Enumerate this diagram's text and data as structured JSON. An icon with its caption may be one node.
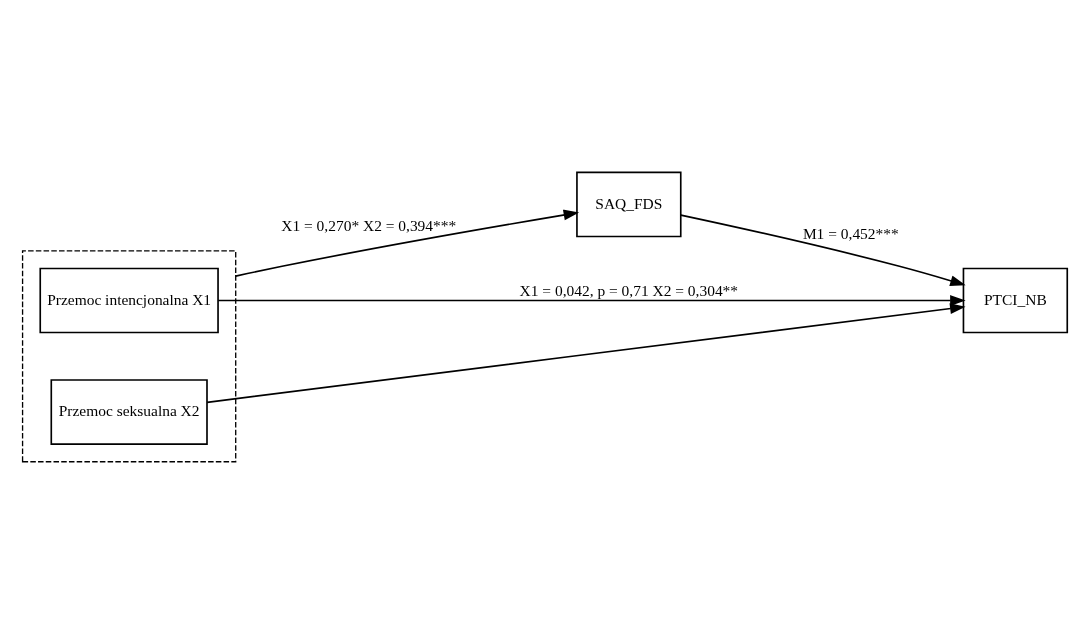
{
  "diagram": {
    "nodes": [
      {
        "text": [],
        "shape": "box"
      },
      {
        "text": [
          "Przemoc intencjonalna X1"
        ],
        "in": 0
      },
      {
        "text": [
          "Przemoc seksualna X2"
        ],
        "in": 0
      },
      {
        "text": [
          "SAQ_FDS"
        ]
      },
      {
        "text": [
          "PTCI_NB"
        ]
      }
    ],
    "edges": [
      {
        "from": 0,
        "to": 3,
        "arrow": "to",
        "label": "X1 = 0,270* X2 = 0,394***"
      },
      {
        "from": 3,
        "to": 4,
        "arrow": "to",
        "label": "M1 = 0,452***"
      },
      {
        "from": 1,
        "to": 4,
        "arrow": "to",
        "label": "X1 = 0,042, p = 0,71 X2 = 0,304**"
      },
      {
        "from": 2,
        "to": 4,
        "arrow": "to"
      }
    ]
  }
}
